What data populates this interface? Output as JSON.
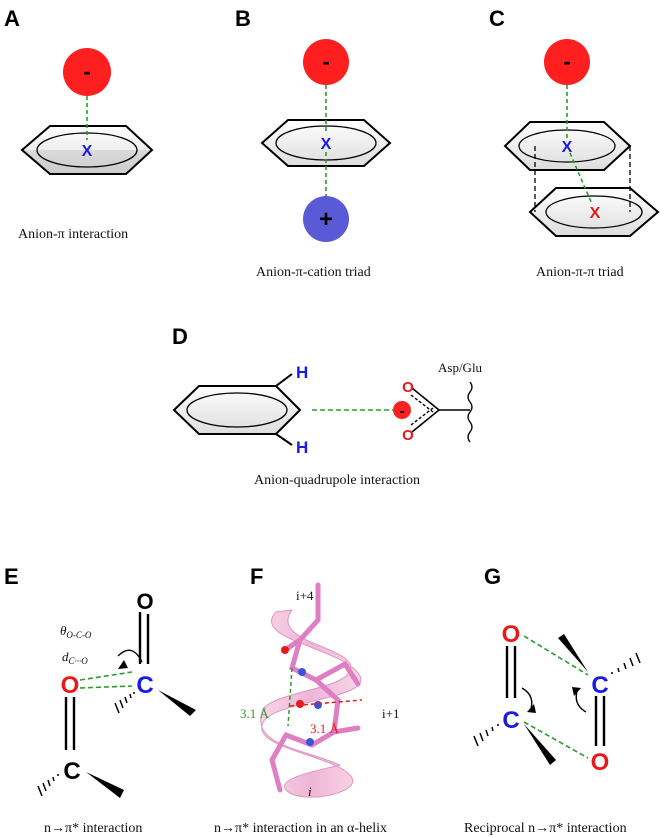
{
  "panels": {
    "A": {
      "letter": "A",
      "caption": "Anion-π interaction",
      "anion_sign": "-",
      "centroid": "X"
    },
    "B": {
      "letter": "B",
      "caption": "Anion-π-cation triad",
      "anion_sign": "-",
      "centroid": "X",
      "cation_sign": "+"
    },
    "C": {
      "letter": "C",
      "caption": "Anion-π-π triad",
      "anion_sign": "-",
      "centroid_top": "X",
      "centroid_bottom": "X"
    },
    "D": {
      "letter": "D",
      "caption": "Anion-quadrupole interaction",
      "h1": "H",
      "h2": "H",
      "o1": "O",
      "o2": "O",
      "anion_sign": "-",
      "residue": "Asp/Glu"
    },
    "E": {
      "letter": "E",
      "caption": "n→π* interaction",
      "o_top": "O",
      "c_blue": "C",
      "o_red": "O",
      "c_black": "C",
      "theta_label": "θ",
      "theta_sub": "O-C-O",
      "d_label": "d",
      "d_sub": "C···O"
    },
    "F": {
      "letter": "F",
      "caption": "n→π* interaction in an α-helix",
      "res_i4": "i+4",
      "res_i1": "i+1",
      "res_i": "i",
      "dist_green": "3.1 Å",
      "dist_red": "3.1 Å"
    },
    "G": {
      "letter": "G",
      "caption": "Reciprocal n→π* interaction",
      "o_top": "O",
      "c_right": "C",
      "c_left": "C",
      "o_bottom": "O"
    }
  },
  "colors": {
    "anion": "#ff1f1f",
    "cation": "#5a5ad6",
    "centroid_blue": "#1a1ae6",
    "centroid_red": "#e61a1a",
    "dashed_green": "#2e9b2e",
    "helix_pink": "#f2b8d8",
    "stick_pink": "#e07ec3"
  }
}
